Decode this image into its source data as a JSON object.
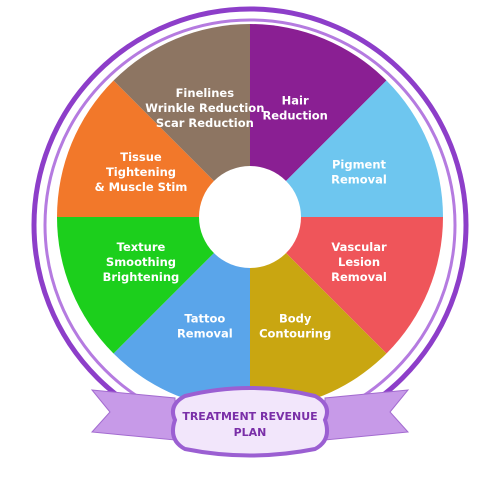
{
  "segments": [
    {
      "lines": [
        "Hair",
        "Reduction"
      ],
      "color": "#8a1f93"
    },
    {
      "lines": [
        "Pigment",
        "Removal"
      ],
      "color": "#6ec6ef"
    },
    {
      "lines": [
        "Vascular",
        "Lesion",
        "Removal"
      ],
      "color": "#ef555a"
    },
    {
      "lines": [
        "Body",
        "Contouring"
      ],
      "color": "#c9a611"
    },
    {
      "lines": [
        "Tattoo",
        "Removal"
      ],
      "color": "#5aa5ea"
    },
    {
      "lines": [
        "Texture",
        "Smoothing",
        "Brightening"
      ],
      "color": "#1ccf1c"
    },
    {
      "lines": [
        "Tissue",
        "Tightening",
        "& Muscle Stim"
      ],
      "color": "#f2782a"
    },
    {
      "lines": [
        "Finelines",
        "Wrinkle Reduction",
        "Scar Reduction"
      ],
      "color": "#8d7562"
    }
  ],
  "banner": {
    "line1": "TREATMENT REVENUE",
    "line2": "PLAN"
  },
  "colors": {
    "ring_outer": "#8d3ec9",
    "ring_inner": "#b57be0",
    "banner_fill": "#f2e6fb",
    "banner_text": "#7a2fa8",
    "ribbon": "#c79ae8"
  }
}
